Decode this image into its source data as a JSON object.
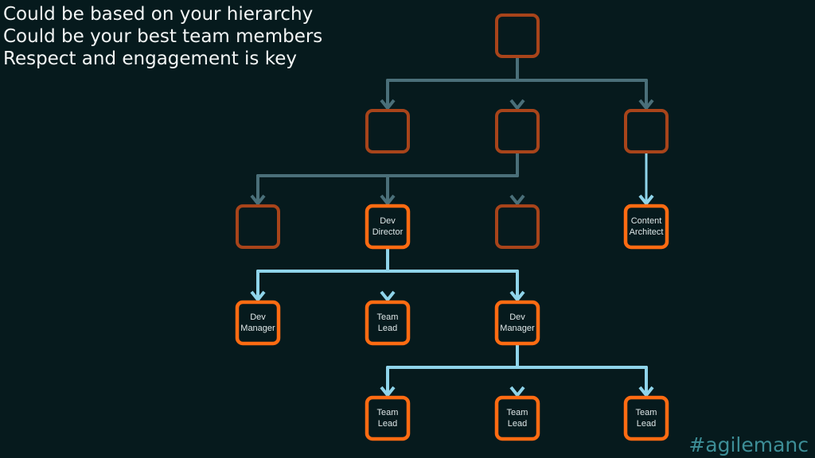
{
  "notes": [
    "Could be based on your hierarchy",
    "Could be your best team members",
    "",
    "Respect and engagement is key"
  ],
  "hashtag": "#agilemanc",
  "colors": {
    "background": "#061a1d",
    "node_dim": "#a8441a",
    "node_bright": "#ff6b12",
    "connector_dim": "#4a6f79",
    "connector_bright": "#8fd4ea"
  },
  "nodes": {
    "root": {
      "label": "",
      "highlight": false
    },
    "l1a": {
      "label": "",
      "highlight": false
    },
    "l1b": {
      "label": "",
      "highlight": false
    },
    "l1c": {
      "label": "",
      "highlight": false
    },
    "l2a": {
      "label": "",
      "highlight": false
    },
    "dev_director": {
      "label": "Dev\nDirector",
      "highlight": true
    },
    "l2c": {
      "label": "",
      "highlight": false
    },
    "content_architect": {
      "label": "Content\nArchitect",
      "highlight": true
    },
    "dev_manager_1": {
      "label": "Dev\nManager",
      "highlight": true
    },
    "team_lead_1": {
      "label": "Team\nLead",
      "highlight": true
    },
    "dev_manager_2": {
      "label": "Dev\nManager",
      "highlight": true
    },
    "team_lead_2": {
      "label": "Team\nLead",
      "highlight": true
    },
    "team_lead_3": {
      "label": "Team\nLead",
      "highlight": true
    },
    "team_lead_4": {
      "label": "Team\nLead",
      "highlight": true
    }
  }
}
